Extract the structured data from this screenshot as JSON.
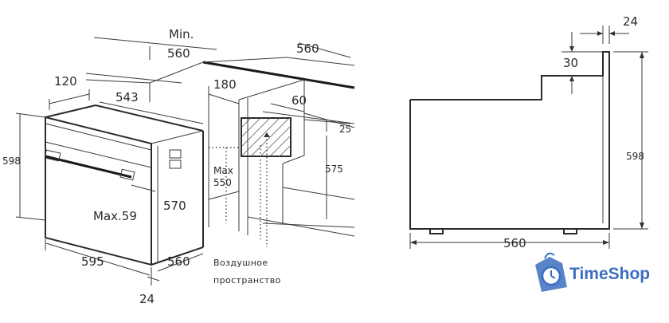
{
  "left_view": {
    "min_label": "Min.",
    "niche_depth_min": "560",
    "niche_width_top": "560",
    "offset_120": "120",
    "depth_543": "543",
    "depth_180": "180",
    "vent_60": "60",
    "gap_25": "25",
    "height_598": "598",
    "max_label": "Max",
    "max_550": "550",
    "niche_height_575": "575",
    "max_59": "Max.59",
    "height_570": "570",
    "width_595": "595",
    "depth_560": "560",
    "front_24": "24",
    "air_space_line1": "Воздушное",
    "air_space_line2": "пространство"
  },
  "right_view": {
    "panel_24": "24",
    "step_30": "30",
    "height_598": "598",
    "depth_560": "560"
  },
  "brand": {
    "name": "TimeShop",
    "color": "#3d6fc0"
  }
}
